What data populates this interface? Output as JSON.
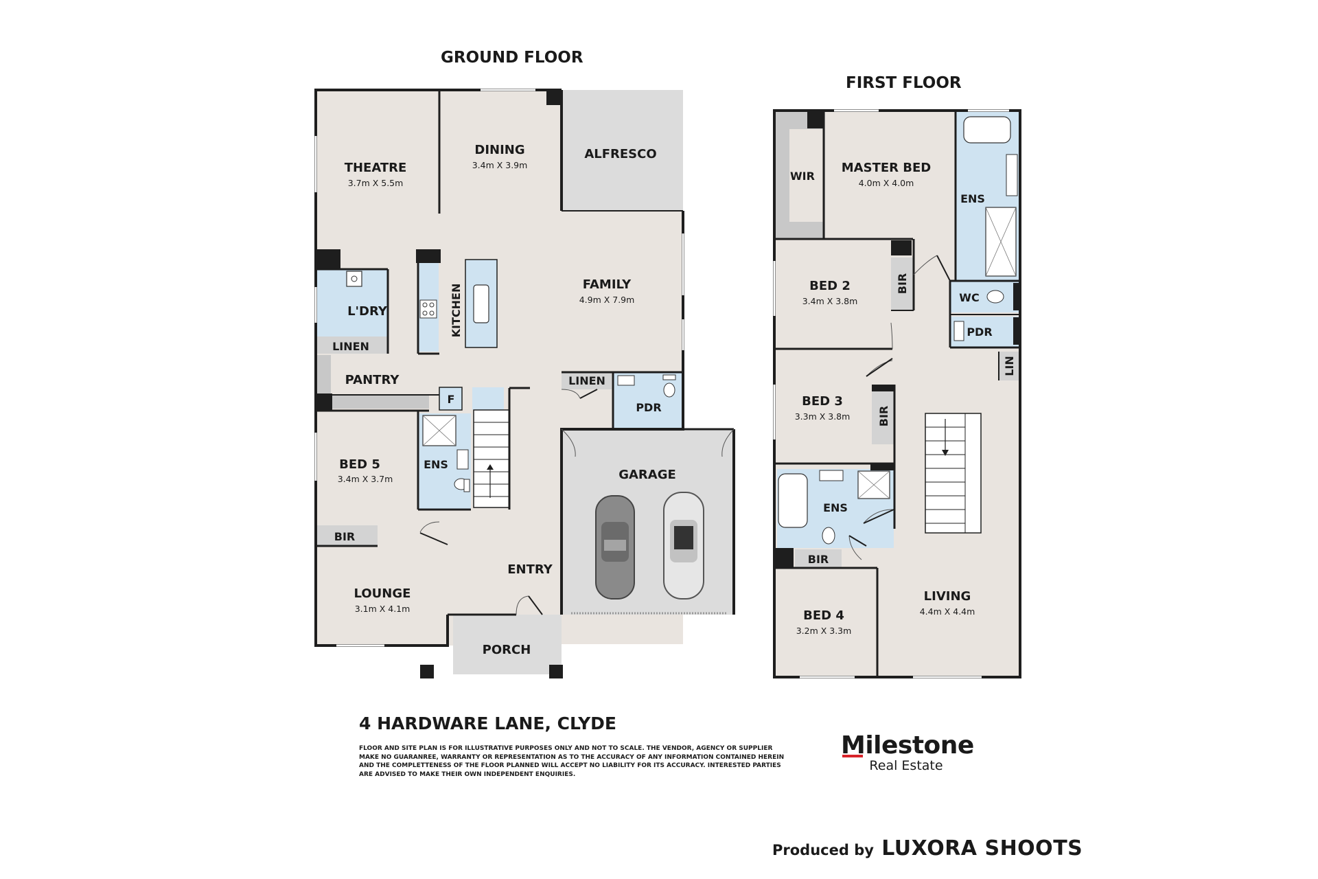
{
  "floors": {
    "ground": {
      "title": "GROUND FLOOR",
      "rooms": {
        "theatre": {
          "name": "THEATRE",
          "dims": "3.7m X 5.5m"
        },
        "dining": {
          "name": "DINING",
          "dims": "3.4m X 3.9m"
        },
        "alfresco": {
          "name": "ALFRESCO"
        },
        "family": {
          "name": "FAMILY",
          "dims": "4.9m X 7.9m"
        },
        "kitchen": {
          "name": "KITCHEN"
        },
        "laundry": {
          "name": "L'DRY"
        },
        "linen1": {
          "name": "LINEN"
        },
        "pantry": {
          "name": "PANTRY"
        },
        "fridge": {
          "name": "F"
        },
        "linen2": {
          "name": "LINEN"
        },
        "pdr": {
          "name": "PDR"
        },
        "bed5": {
          "name": "BED 5",
          "dims": "3.4m X 3.7m"
        },
        "ens": {
          "name": "ENS"
        },
        "bir": {
          "name": "BIR"
        },
        "garage": {
          "name": "GARAGE"
        },
        "entry": {
          "name": "ENTRY"
        },
        "lounge": {
          "name": "LOUNGE",
          "dims": "3.1m X 4.1m"
        },
        "porch": {
          "name": "PORCH"
        }
      }
    },
    "first": {
      "title": "FIRST FLOOR",
      "rooms": {
        "wir": {
          "name": "WIR"
        },
        "master": {
          "name": "MASTER BED",
          "dims": "4.0m X 4.0m"
        },
        "ens1": {
          "name": "ENS"
        },
        "bed2": {
          "name": "BED 2",
          "dims": "3.4m X 3.8m"
        },
        "bir2": {
          "name": "BIR"
        },
        "wc": {
          "name": "WC"
        },
        "pdr": {
          "name": "PDR"
        },
        "lin": {
          "name": "LIN"
        },
        "bed3": {
          "name": "BED 3",
          "dims": "3.3m X 3.8m"
        },
        "bir3": {
          "name": "BIR"
        },
        "ens2": {
          "name": "ENS"
        },
        "bir4": {
          "name": "BIR"
        },
        "bed4": {
          "name": "BED 4",
          "dims": "3.2m X 3.3m"
        },
        "living": {
          "name": "LIVING",
          "dims": "4.4m X 4.4m"
        }
      }
    }
  },
  "property": {
    "address": "4 HARDWARE LANE, CLYDE",
    "disclaimer": "FLOOR AND SITE PLAN IS FOR ILLUSTRATIVE PURPOSES ONLY AND NOT TO SCALE. THE VENDOR, AGENCY OR SUPPLIER MAKE NO GUARANREE, WARRANTY OR REPRESENTATION AS TO THE ACCURACY OF ANY INFORMATION CONTAINED HEREIN AND THE COMPLETTENESS OF THE FLOOR PLANNED WILL ACCEPT NO LIABILITY FOR ITS ACCURACY. INTERESTED PARTIES ARE ADVISED TO MAKE THEIR OWN INDEPENDENT ENQUIRIES."
  },
  "brand": {
    "name": "Milestone",
    "sub": "Real Estate",
    "accent_color": "#d8232a"
  },
  "credit": {
    "prefix": "Produced by",
    "studio": "LUXORA SHOOTS"
  },
  "colors": {
    "floor": "#e9e4df",
    "wet": "#cfe3f1",
    "outdoor": "#dcdcdc",
    "wall": "#1e1e1e"
  }
}
